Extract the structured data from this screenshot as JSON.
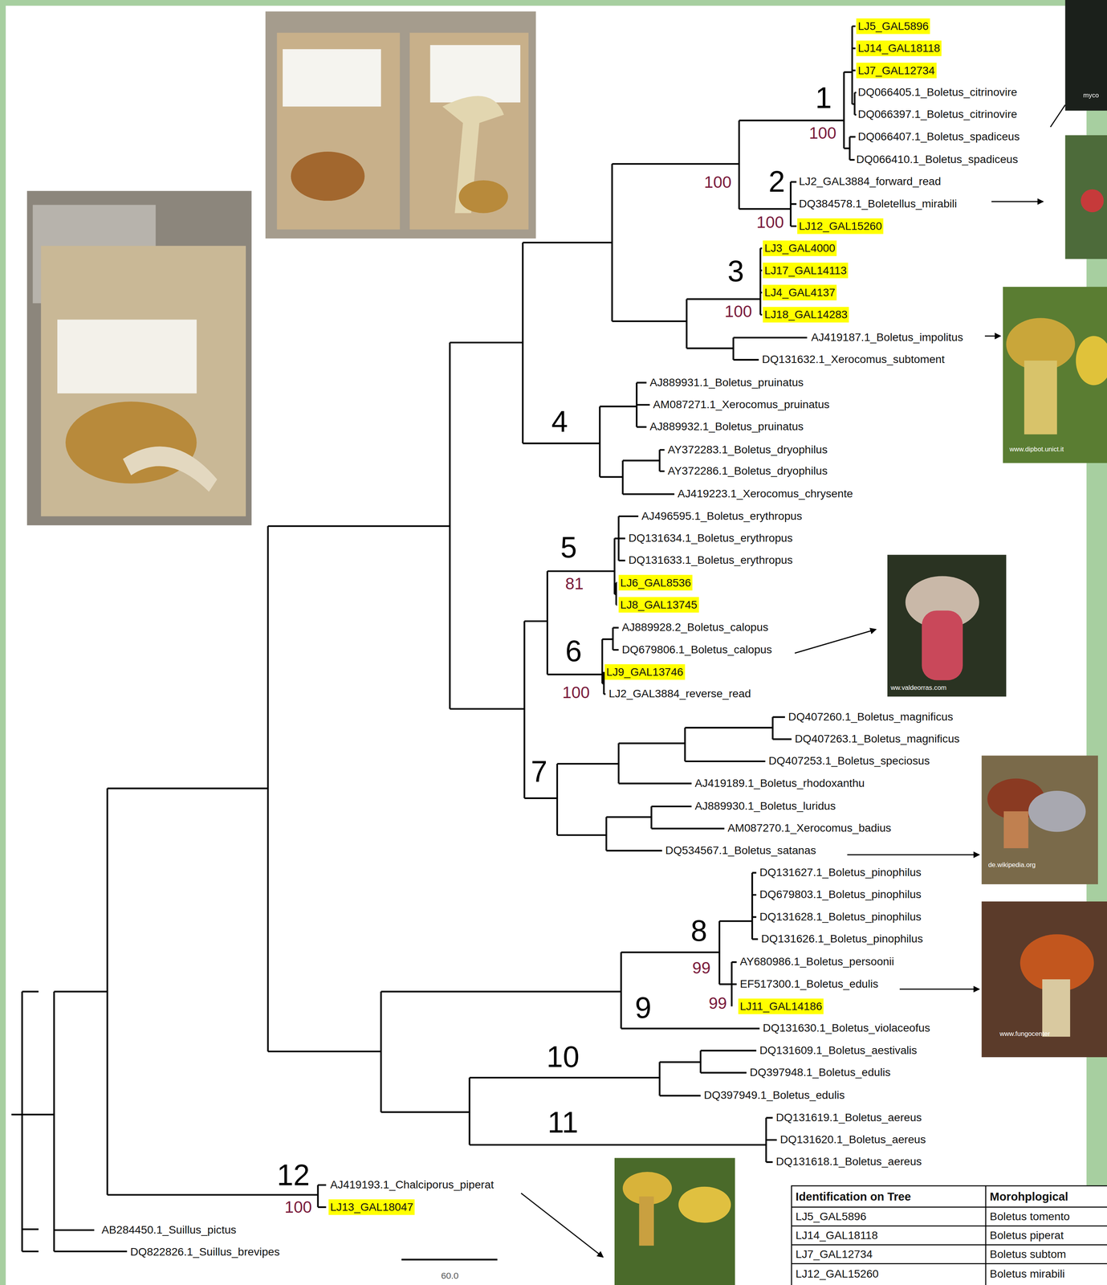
{
  "diagram": {
    "nodes": [
      {
        "text": [
          "LJ5_GAL5896"
        ]
      },
      {
        "text": [
          "LJ14_GAL18118"
        ]
      },
      {
        "text": [
          "LJ7_GAL12734"
        ]
      },
      {
        "text": [
          "LJ12_GAL15260"
        ]
      },
      {
        "text": [
          "LJ3_GAL4000"
        ]
      },
      {
        "text": [
          "LJ17_GAL14113"
        ]
      },
      {
        "text": [
          "LJ4_GAL4137"
        ]
      },
      {
        "text": [
          "LJ18_GAL14283"
        ]
      },
      {
        "text": [
          "LJ6_GAL8536"
        ]
      },
      {
        "text": [
          "LJ8_GAL13745"
        ]
      },
      {
        "text": [
          "LJ9_GAL13746"
        ]
      },
      {
        "text": [
          "LJ11_GAL14186"
        ]
      },
      {
        "text": [
          "LJ13_GAL18047"
        ]
      }
    ],
    "labels": [
      "DQ066405.1_Boletus_citrinovire",
      "DQ066397.1_Boletus_citrinovire",
      "DQ066407.1_Boletus_spadiceus",
      "DQ066410.1_Boletus_spadiceus",
      "LJ2_GAL3884_forward_read",
      "DQ384578.1_Boletellus_mirabili",
      "AJ419187.1_Boletus_impolitus",
      "DQ131632.1_Xerocomus_subtoment",
      "AJ889931.1_Boletus_pruinatus",
      "AM087271.1_Xerocomus_pruinatus",
      "AJ889932.1_Boletus_pruinatus",
      "AY372283.1_Boletus_dryophilus",
      "AY372286.1_Boletus_dryophilus",
      "AJ419223.1_Xerocomus_chrysente",
      "AJ496595.1_Boletus_erythropus",
      "DQ131634.1_Boletus_erythropus",
      "DQ131633.1_Boletus_erythropus",
      "AJ889928.2_Boletus_calopus",
      "DQ679806.1_Boletus_calopus",
      "LJ2_GAL3884_reverse_read",
      "DQ407260.1_Boletus_magnificus",
      "DQ407263.1_Boletus_magnificus",
      "DQ407253.1_Boletus_speciosus",
      "AJ419189.1_Boletus_rhodoxanthu",
      "AJ889930.1_Boletus_luridus",
      "AM087270.1_Xerocomus_badius",
      "DQ534567.1_Boletus_satanas",
      "DQ131627.1_Boletus_pinophilus",
      "DQ679803.1_Boletus_pinophilus",
      "DQ131628.1_Boletus_pinophilus",
      "DQ131626.1_Boletus_pinophilus",
      "AY680986.1_Boletus_persoonii",
      "EF517300.1_Boletus_edulis",
      "DQ131630.1_Boletus_violaceofus",
      "DQ131609.1_Boletus_aestivalis",
      "DQ397948.1_Boletus_edulis",
      "DQ397949.1_Boletus_edulis",
      "DQ131619.1_Boletus_aereus",
      "DQ131620.1_Boletus_aereus",
      "DQ131618.1_Boletus_aereus",
      "AJ419193.1_Chalciporus_piperat",
      "AB284450.1_Suillus_pictus",
      "DQ822826.1_Suillus_brevipes",
      "1",
      "2",
      "3",
      "4",
      "5",
      "6",
      "7",
      "8",
      "9",
      "10",
      "11",
      "12",
      "100",
      "100",
      "100",
      "100",
      "81",
      "100",
      "99",
      "99",
      "100",
      "60.0",
      "myco",
      "www.dipbot.unict.it",
      "ww.valdeorras.com",
      "de.wikipedia.org",
      "www.fungocenter",
      "Identification on Tree",
      "Morohplogical",
      "LJ5_GAL5896",
      "Boletus tomento",
      "LJ14_GAL18118",
      "Boletus piperat",
      "LJ7_GAL12734",
      "Boletus subtom",
      "LJ12_GAL15260",
      "Boletus mirabili"
    ]
  }
}
